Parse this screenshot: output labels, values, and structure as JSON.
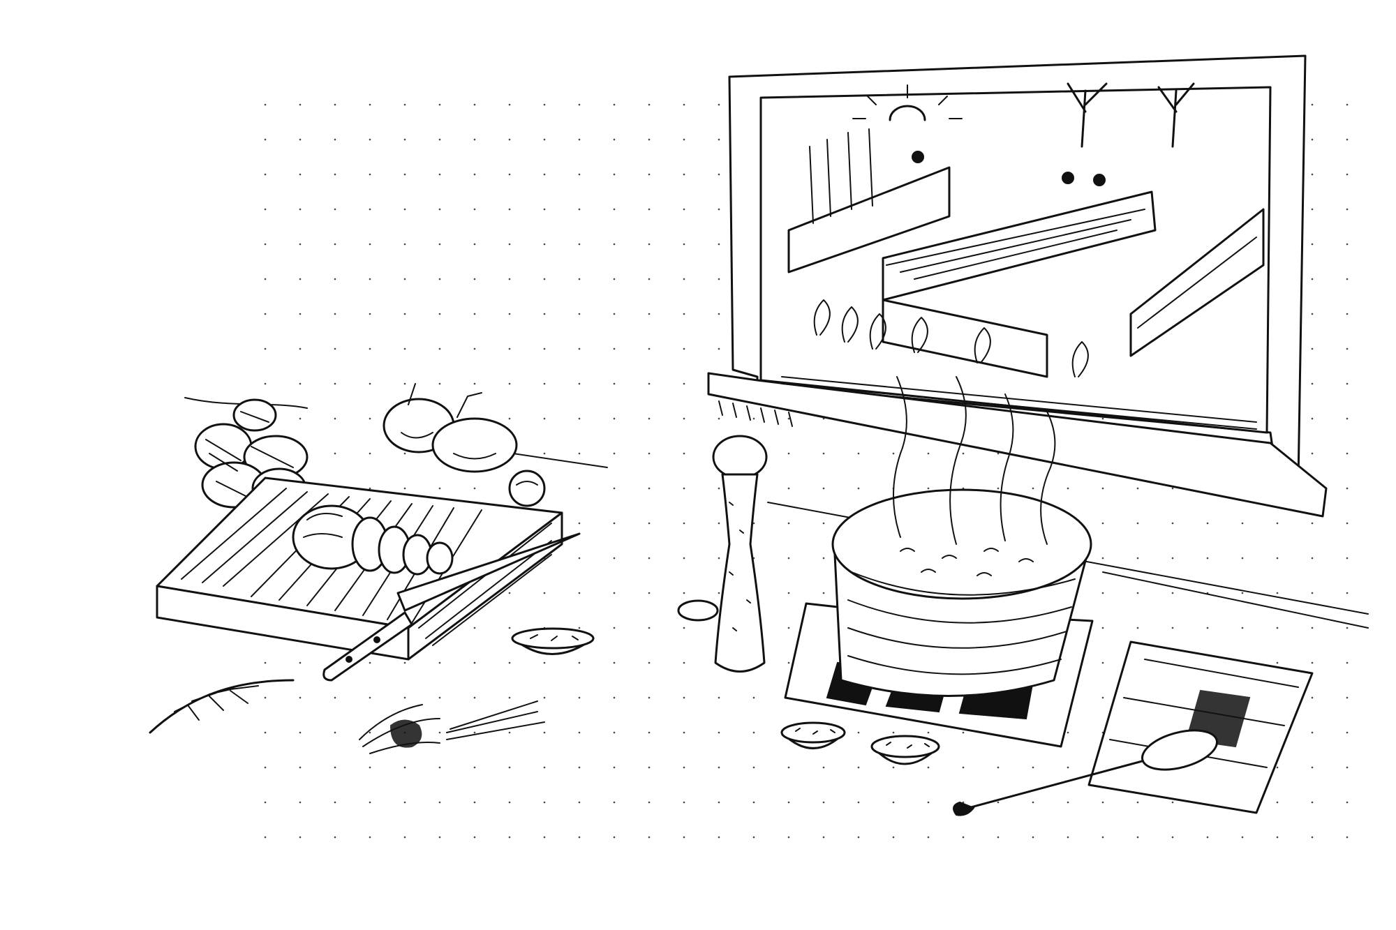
{
  "illustration": {
    "style": "pen-and-ink line drawing",
    "colors": {
      "ink": "#111111",
      "paper": "#ffffff"
    },
    "objects": [
      "cutting-board",
      "sliced-bread",
      "chef-knife",
      "tomatoes",
      "onions",
      "herb-sprig",
      "herb-bunch",
      "spice-bowls",
      "pepper-mill",
      "cooking-pot",
      "stove-burner",
      "wooden-spoon",
      "window",
      "garden-beds"
    ]
  }
}
